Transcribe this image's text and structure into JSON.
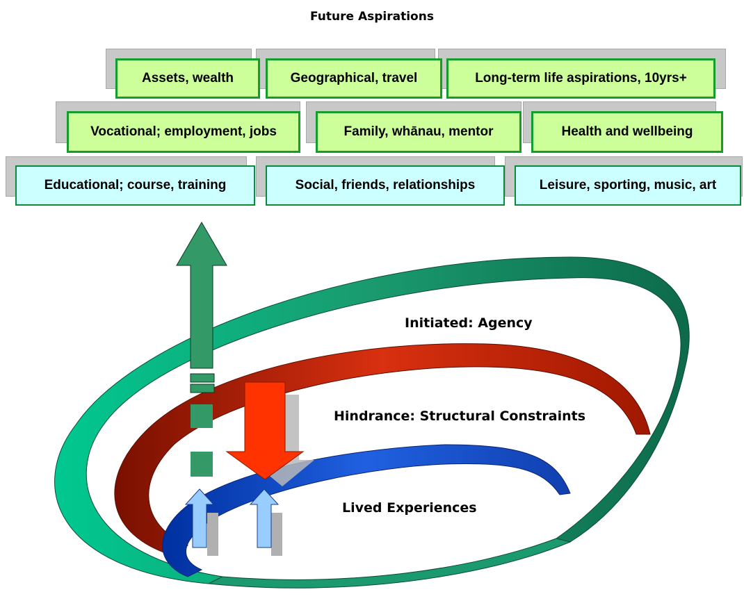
{
  "title": "Future Aspirations",
  "rows": {
    "top": [
      "Assets, wealth",
      "Geographical, travel",
      "Long-term life aspirations, 10yrs+"
    ],
    "middle": [
      "Vocational; employment, jobs",
      "Family, whānau, mentor",
      "Health and wellbeing"
    ],
    "bottom": [
      "Educational; course, training",
      "Social, friends, relationships",
      "Leisure, sporting, music, art"
    ]
  },
  "rings": {
    "outer": "Initiated:  Agency",
    "middle": "Hindrance:  Structural Constraints",
    "inner": "Lived Experiences"
  },
  "colors": {
    "outer_ring": "#1a9a6e",
    "middle_ring": "#c0200c",
    "inner_ring": "#1448c8",
    "up_arrow": "#339966",
    "down_arrow": "#ff3300",
    "small_arrow": "#99ccff",
    "green_box_fill": "#ccff99",
    "cyan_box_fill": "#ccffff"
  }
}
